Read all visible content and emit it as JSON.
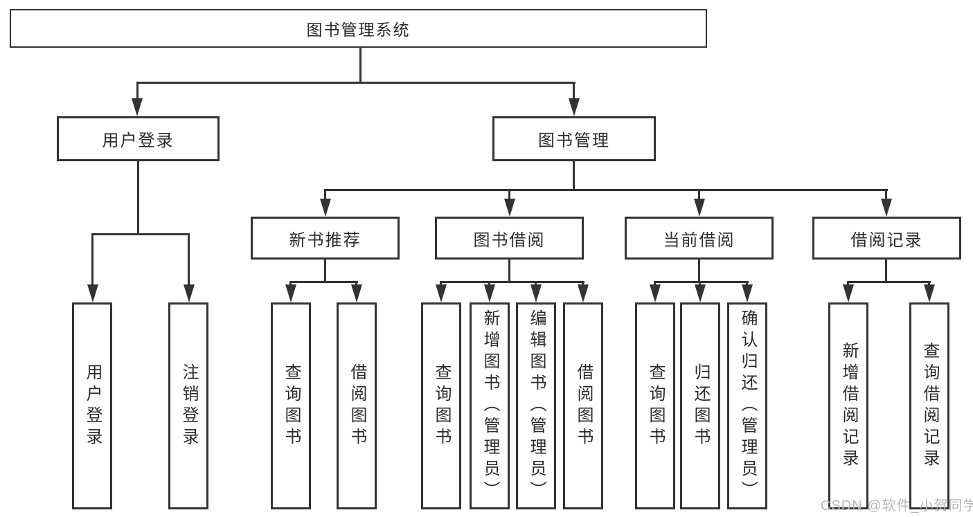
{
  "diagram": {
    "title": "图书管理系统",
    "branches": {
      "user_login": {
        "label": "用户登录",
        "children": [
          "用户登录",
          "注销登录"
        ]
      },
      "book_management": {
        "label": "图书管理"
      }
    },
    "modules": [
      {
        "label": "新书推荐",
        "children": [
          "查询图书",
          "借阅图书"
        ]
      },
      {
        "label": "图书借阅",
        "children": [
          "查询图书",
          "新增图书（管理员）",
          "编辑图书（管理员）",
          "借阅图书"
        ]
      },
      {
        "label": "当前借阅",
        "children": [
          "查询图书",
          "归还图书",
          "确认归还（管理员）"
        ]
      },
      {
        "label": "借阅记录",
        "children": [
          "新增借阅记录",
          "查询借阅记录"
        ]
      }
    ],
    "colors": {
      "line": "#333333",
      "text": "#2b2b2b",
      "background": "#ffffff",
      "watermark": "#b8b8b8"
    },
    "watermark": "CSDN @软件_小贺同学"
  }
}
